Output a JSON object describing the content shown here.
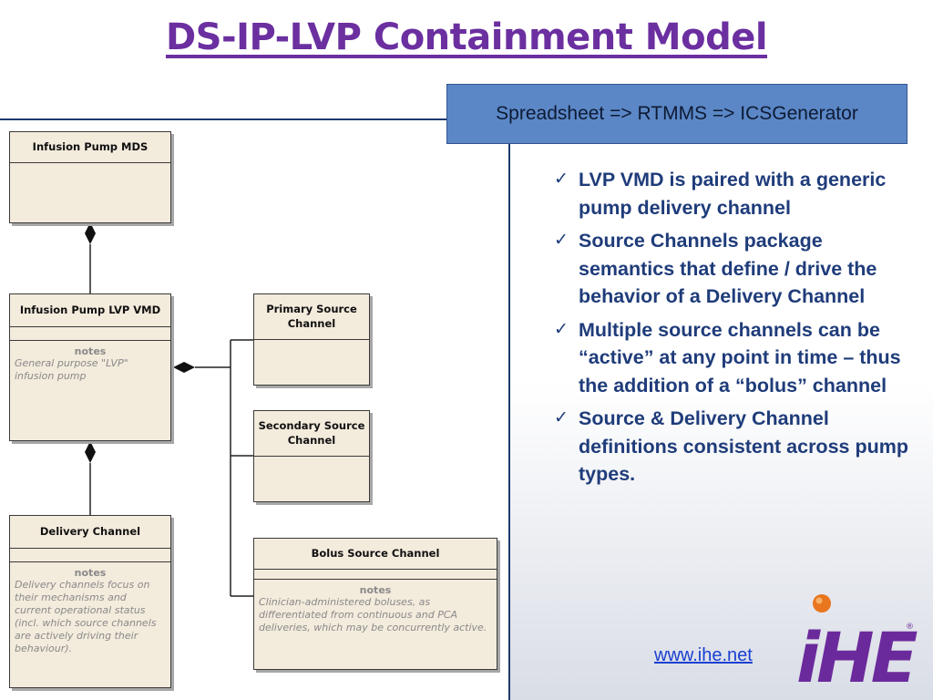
{
  "title": "DS-IP-LVP Containment Model",
  "header_box": "Spreadsheet => RTMMS => ICSGenerator",
  "diagram": {
    "mds": {
      "name": "Infusion Pump MDS"
    },
    "vmd": {
      "name": "Infusion Pump LVP VMD",
      "notes_label": "notes",
      "notes_lines": [
        "General purpose \"LVP\"",
        "infusion pump"
      ]
    },
    "primary": {
      "name_lines": [
        "Primary Source",
        "Channel"
      ]
    },
    "secondary": {
      "name_lines": [
        "Secondary Source",
        "Channel"
      ]
    },
    "bolus": {
      "name": "Bolus Source Channel",
      "notes_label": "notes",
      "notes_lines": [
        "Clinician-administered boluses, as",
        "differentiated from continuous and PCA",
        "deliveries, which may be concurrently active."
      ]
    },
    "delivery": {
      "name": "Delivery Channel",
      "notes_label": "notes",
      "notes_lines": [
        "Delivery channels focus on",
        "their mechanisms and",
        "current operational status",
        "(incl. which source channels",
        "are actively driving their",
        "behaviour)."
      ]
    }
  },
  "bullets": [
    "LVP VMD is paired with a generic pump delivery channel",
    "Source Channels package semantics that define / drive the behavior of a Delivery Channel",
    "Multiple source channels can be “active” at any point in time – thus the addition of a “bolus” channel",
    "Source & Delivery Channel definitions consistent across pump types."
  ],
  "check_glyph": "✓",
  "link": "www.ihe.net",
  "logo_text": "iHE",
  "colors": {
    "title": "#6b2fa0",
    "header_box": "#5b87c6",
    "bullet_text": "#1f3c7a",
    "uml_fill": "#f3ebdc",
    "logo": "#6b2a9c",
    "logo_dot": "#e8761e"
  }
}
